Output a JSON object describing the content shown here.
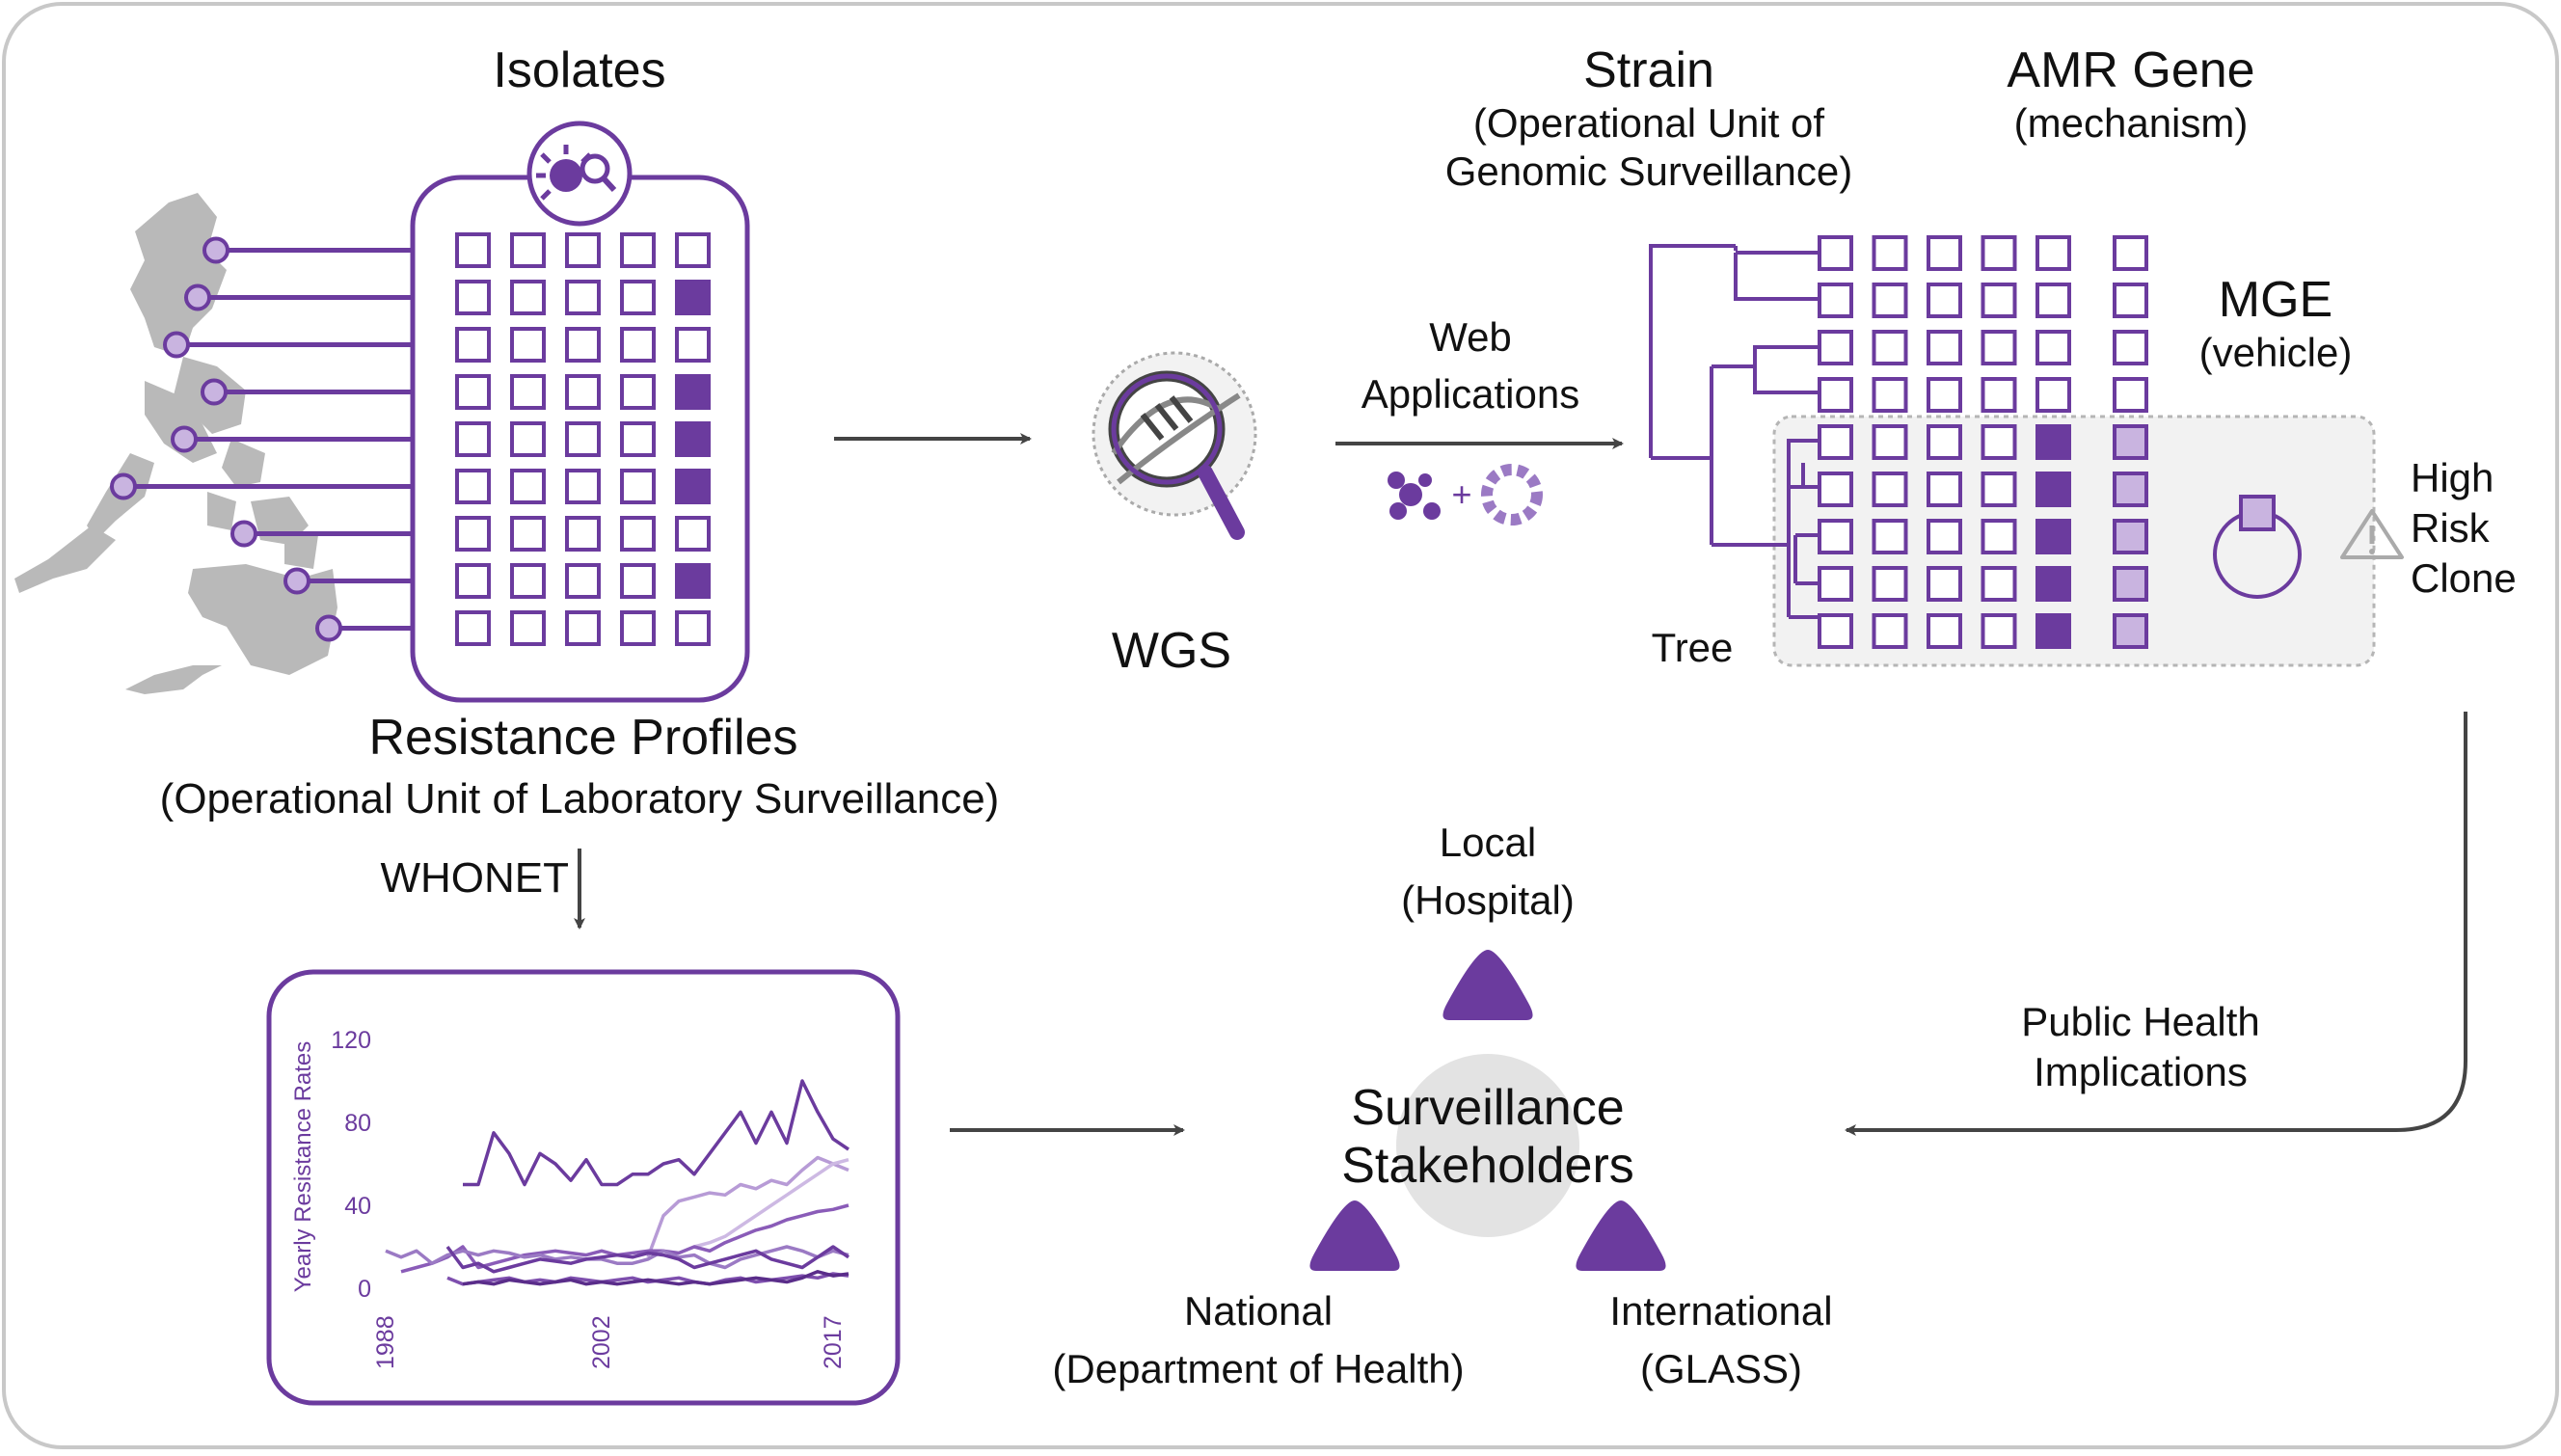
{
  "colors": {
    "purple": "#6b3b9e",
    "light_purple": "#c9b4e0",
    "grey_map": "#b9b9b9",
    "grey_panel": "#f2f2f2",
    "text": "#111111"
  },
  "labels": {
    "isolates": "Isolates",
    "resistance_profiles": "Resistance Profiles",
    "lab_unit": "(Operational Unit of Laboratory Surveillance)",
    "whonet": "WHONET",
    "wgs": "WGS",
    "web": "Web",
    "applications": "Applications",
    "strain": "Strain",
    "genomic_unit_1": "(Operational Unit of",
    "genomic_unit_2": "Genomic Surveillance)",
    "amr_gene": "AMR Gene",
    "mechanism": "(mechanism)",
    "mge": "MGE",
    "vehicle": "(vehicle)",
    "high": "High",
    "risk": "Risk",
    "clone": "Clone",
    "tree": "Tree",
    "public_health_1": "Public Health",
    "public_health_2": "Implications",
    "local_1": "Local",
    "local_2": "(Hospital)",
    "national_1": "National",
    "national_2": "(Department of Health)",
    "international_1": "International",
    "international_2": "(GLASS)",
    "stakeholders_1": "Surveillance",
    "stakeholders_2": "Stakeholders"
  },
  "icons": [
    "bacteria-magnifier-icon",
    "wgs-magnifier-icon",
    "web-apps-icon",
    "warning-icon",
    "plasmid-icon"
  ],
  "isolate_grid": {
    "rows": 9,
    "cols": 5,
    "filled": [
      [
        1,
        4
      ],
      [
        3,
        4
      ],
      [
        4,
        4
      ],
      [
        5,
        4
      ],
      [
        7,
        4
      ]
    ]
  },
  "strain_grid": {
    "rows": 9,
    "cols": 5,
    "filled": [
      [
        4,
        4
      ],
      [
        5,
        4
      ],
      [
        6,
        4
      ],
      [
        7,
        4
      ],
      [
        8,
        4
      ]
    ],
    "mge_filled_rows": [
      4,
      5,
      6,
      7,
      8
    ]
  },
  "chart_data": {
    "type": "line",
    "title": "",
    "ylabel": "Yearly Resistance Rates",
    "xlabel": "",
    "xlim": [
      1988,
      2018
    ],
    "ylim": [
      0,
      120
    ],
    "yticks": [
      "0",
      "40",
      "80",
      "120"
    ],
    "xticks": [
      "1988",
      "2002",
      "2017"
    ],
    "series": [
      {
        "color": "#6b3b9e",
        "x": [
          1993,
          1994,
          1995,
          1996,
          1997,
          1998,
          1999,
          2000,
          2001,
          2002,
          2003,
          2004,
          2005,
          2006,
          2007,
          2008,
          2009,
          2010,
          2011,
          2012,
          2013,
          2014,
          2015,
          2016,
          2017,
          2018
        ],
        "y": [
          50,
          50,
          75,
          65,
          50,
          65,
          60,
          52,
          62,
          50,
          50,
          55,
          55,
          60,
          62,
          55,
          65,
          75,
          85,
          70,
          85,
          70,
          100,
          85,
          72,
          67
        ]
      },
      {
        "color": "#b79bd6",
        "x": [
          2005,
          2006,
          2007,
          2008,
          2009,
          2010,
          2011,
          2012,
          2013,
          2014,
          2015,
          2016,
          2017,
          2018
        ],
        "y": [
          15,
          35,
          42,
          44,
          46,
          45,
          50,
          48,
          52,
          50,
          57,
          63,
          60,
          57
        ]
      },
      {
        "color": "#cdb9e3",
        "x": [
          2008,
          2009,
          2010,
          2011,
          2012,
          2013,
          2014,
          2015,
          2016,
          2017,
          2018
        ],
        "y": [
          20,
          22,
          25,
          30,
          35,
          40,
          45,
          50,
          55,
          60,
          62
        ]
      },
      {
        "color": "#8a5cb8",
        "x": [
          1989,
          1990,
          1991,
          1992,
          1993,
          1994,
          1995,
          1996,
          1997,
          1998,
          1999,
          2000,
          2001,
          2002,
          2003,
          2004,
          2005,
          2006,
          2007,
          2008,
          2009,
          2010,
          2011,
          2012,
          2013,
          2014,
          2015,
          2016,
          2017,
          2018
        ],
        "y": [
          8,
          10,
          12,
          15,
          20,
          10,
          12,
          14,
          16,
          17,
          18,
          17,
          16,
          18,
          16,
          17,
          18,
          18,
          17,
          20,
          18,
          22,
          25,
          28,
          30,
          33,
          35,
          37,
          38,
          40
        ]
      },
      {
        "color": "#9b7ac4",
        "x": [
          1988,
          1989,
          1990,
          1991,
          1992,
          1993,
          1994,
          1995,
          1996,
          1997,
          1998,
          1999,
          2000,
          2001,
          2002,
          2003,
          2004,
          2005,
          2006,
          2007,
          2008,
          2009,
          2010,
          2011,
          2012,
          2013,
          2014,
          2015,
          2016,
          2017,
          2018
        ],
        "y": [
          18,
          15,
          18,
          12,
          16,
          18,
          16,
          18,
          17,
          15,
          16,
          14,
          15,
          14,
          14,
          12,
          12,
          14,
          18,
          15,
          16,
          12,
          10,
          14,
          16,
          18,
          20,
          18,
          15,
          18,
          16
        ]
      },
      {
        "color": "#6b3b9e",
        "x": [
          1992,
          1993,
          1994,
          1995,
          1996,
          1997,
          1998,
          1999,
          2000,
          2001,
          2002,
          2003,
          2004,
          2005,
          2006,
          2007,
          2008,
          2009,
          2010,
          2011,
          2012,
          2013,
          2014,
          2015,
          2016,
          2017,
          2018
        ],
        "y": [
          20,
          10,
          12,
          8,
          10,
          12,
          14,
          13,
          12,
          14,
          15,
          16,
          15,
          17,
          16,
          14,
          10,
          12,
          14,
          16,
          18,
          14,
          12,
          10,
          15,
          20,
          15
        ]
      },
      {
        "color": "#7e4fae",
        "x": [
          1992,
          1993,
          1994,
          1995,
          1996,
          1997,
          1998,
          1999,
          2000,
          2001,
          2002,
          2003,
          2004,
          2005,
          2006,
          2007,
          2008,
          2009,
          2010,
          2011,
          2012,
          2013,
          2014,
          2015,
          2016,
          2017,
          2018
        ],
        "y": [
          5,
          2,
          3,
          4,
          5,
          3,
          4,
          3,
          5,
          4,
          3,
          4,
          5,
          3,
          4,
          5,
          3,
          2,
          4,
          5,
          3,
          4,
          5,
          6,
          5,
          7,
          6
        ]
      },
      {
        "color": "#5a2d8a",
        "x": [
          1993,
          1994,
          1995,
          1996,
          1997,
          1998,
          1999,
          2000,
          2001,
          2002,
          2003,
          2004,
          2005,
          2006,
          2007,
          2008,
          2009,
          2010,
          2011,
          2012,
          2013,
          2014,
          2015,
          2016,
          2017,
          2018
        ],
        "y": [
          2,
          3,
          2,
          4,
          3,
          2,
          3,
          4,
          2,
          3,
          2,
          3,
          4,
          3,
          2,
          3,
          2,
          3,
          4,
          5,
          4,
          3,
          5,
          8,
          6,
          7
        ]
      }
    ]
  }
}
